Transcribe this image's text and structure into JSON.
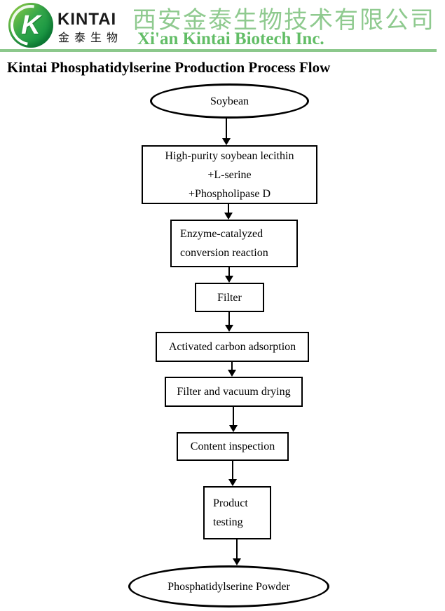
{
  "header": {
    "logo": {
      "monogram": "K",
      "brand": "KINTAI",
      "brand_cn": "金泰生物"
    },
    "company_cn": "西安金泰生物技术有限公司",
    "company_en": "Xi'an Kintai Biotech Inc."
  },
  "page_title": "Kintai Phosphatidylserine Production Process Flow",
  "flowchart": {
    "nodes": [
      {
        "id": "soybean",
        "shape": "ellipse",
        "lines": [
          "Soybean"
        ]
      },
      {
        "id": "raw-materials",
        "shape": "rect",
        "lines": [
          "High-purity soybean lecithin",
          "+L-serine",
          "+Phospholipase D"
        ]
      },
      {
        "id": "enzyme-conversion",
        "shape": "rect",
        "lines": [
          "Enzyme-catalyzed",
          "conversion reaction"
        ]
      },
      {
        "id": "filter",
        "shape": "rect",
        "lines": [
          "Filter"
        ]
      },
      {
        "id": "carbon-adsorption",
        "shape": "rect",
        "lines": [
          "Activated carbon adsorption"
        ]
      },
      {
        "id": "vacuum-drying",
        "shape": "rect",
        "lines": [
          "Filter and vacuum drying"
        ]
      },
      {
        "id": "content-inspection",
        "shape": "rect",
        "lines": [
          "Content inspection"
        ]
      },
      {
        "id": "product-testing",
        "shape": "rect",
        "lines": [
          "Product",
          "testing"
        ]
      },
      {
        "id": "ps-powder",
        "shape": "ellipse",
        "lines": [
          "Phosphatidylserine Powder"
        ]
      }
    ],
    "flow_direction": "top-to-bottom",
    "connector_count": 8
  },
  "colors": {
    "company_cn_green": "#8fca8f",
    "company_en_green": "#62bd66",
    "divider_green": "#8cc88c",
    "logo_green_light": "#9ed044",
    "logo_green_dark": "#008a3e",
    "node_border": "#000000",
    "background": "#ffffff"
  }
}
